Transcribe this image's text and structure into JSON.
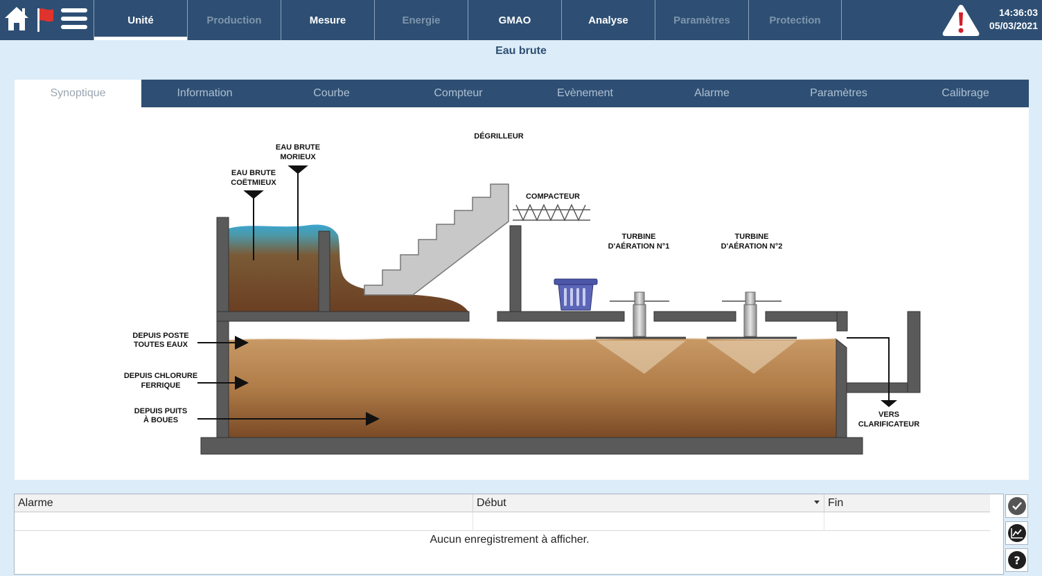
{
  "header": {
    "icons": [
      "home-icon",
      "flag-icon",
      "menu-icon",
      "alert-icon"
    ],
    "tabs": [
      {
        "label": "Unité",
        "state": "active"
      },
      {
        "label": "Production",
        "state": "disabled"
      },
      {
        "label": "Mesure",
        "state": "enabled"
      },
      {
        "label": "Energie",
        "state": "disabled"
      },
      {
        "label": "GMAO",
        "state": "enabled"
      },
      {
        "label": "Analyse",
        "state": "enabled"
      },
      {
        "label": "Paramètres",
        "state": "disabled"
      },
      {
        "label": "Protection",
        "state": "disabled"
      }
    ],
    "time": "14:36:03",
    "date": "05/03/2021"
  },
  "page": {
    "title": "Eau brute"
  },
  "sub_tabs": [
    {
      "label": "Synoptique",
      "active": true
    },
    {
      "label": "Information",
      "active": false
    },
    {
      "label": "Courbe",
      "active": false
    },
    {
      "label": "Compteur",
      "active": false
    },
    {
      "label": "Evènement",
      "active": false
    },
    {
      "label": "Alarme",
      "active": false
    },
    {
      "label": "Paramètres",
      "active": false
    },
    {
      "label": "Calibrage",
      "active": false
    }
  ],
  "diagram": {
    "labels": {
      "degrilleur": "DÉGRILLEUR",
      "eau_brute_morieux_1": "EAU BRUTE",
      "eau_brute_morieux_2": "MORIEUX",
      "eau_brute_coetmieux_1": "EAU BRUTE",
      "eau_brute_coetmieux_2": "COËTMIEUX",
      "compacteur": "COMPACTEUR",
      "turbine1_1": "TURBINE",
      "turbine1_2": "D'AÉRATION N°1",
      "turbine2_1": "TURBINE",
      "turbine2_2": "D'AÉRATION N°2",
      "depuis_poste_1": "DEPUIS POSTE",
      "depuis_poste_2": "TOUTES EAUX",
      "depuis_chlorure_1": "DEPUIS CHLORURE",
      "depuis_chlorure_2": "FERRIQUE",
      "depuis_puits_1": "DEPUIS PUITS",
      "depuis_puits_2": "À BOUES",
      "vers_1": "VERS",
      "vers_2": "CLARIFICATEUR"
    },
    "colors": {
      "structure": "#5a5a5a",
      "water": "#3aa6cf",
      "sludge": "#6b3f22",
      "basin": "#b58452",
      "stairs": "#c8c8c8"
    }
  },
  "alarm_table": {
    "columns": [
      "Alarme",
      "Début",
      "Fin"
    ],
    "empty_message": "Aucun enregistrement à afficher.",
    "side_buttons": [
      "check-icon",
      "trend-chart-icon",
      "help-icon"
    ]
  },
  "theme": {
    "navy": "#2e4f73",
    "background": "#dcecf8",
    "alert_red": "#d0202a"
  }
}
